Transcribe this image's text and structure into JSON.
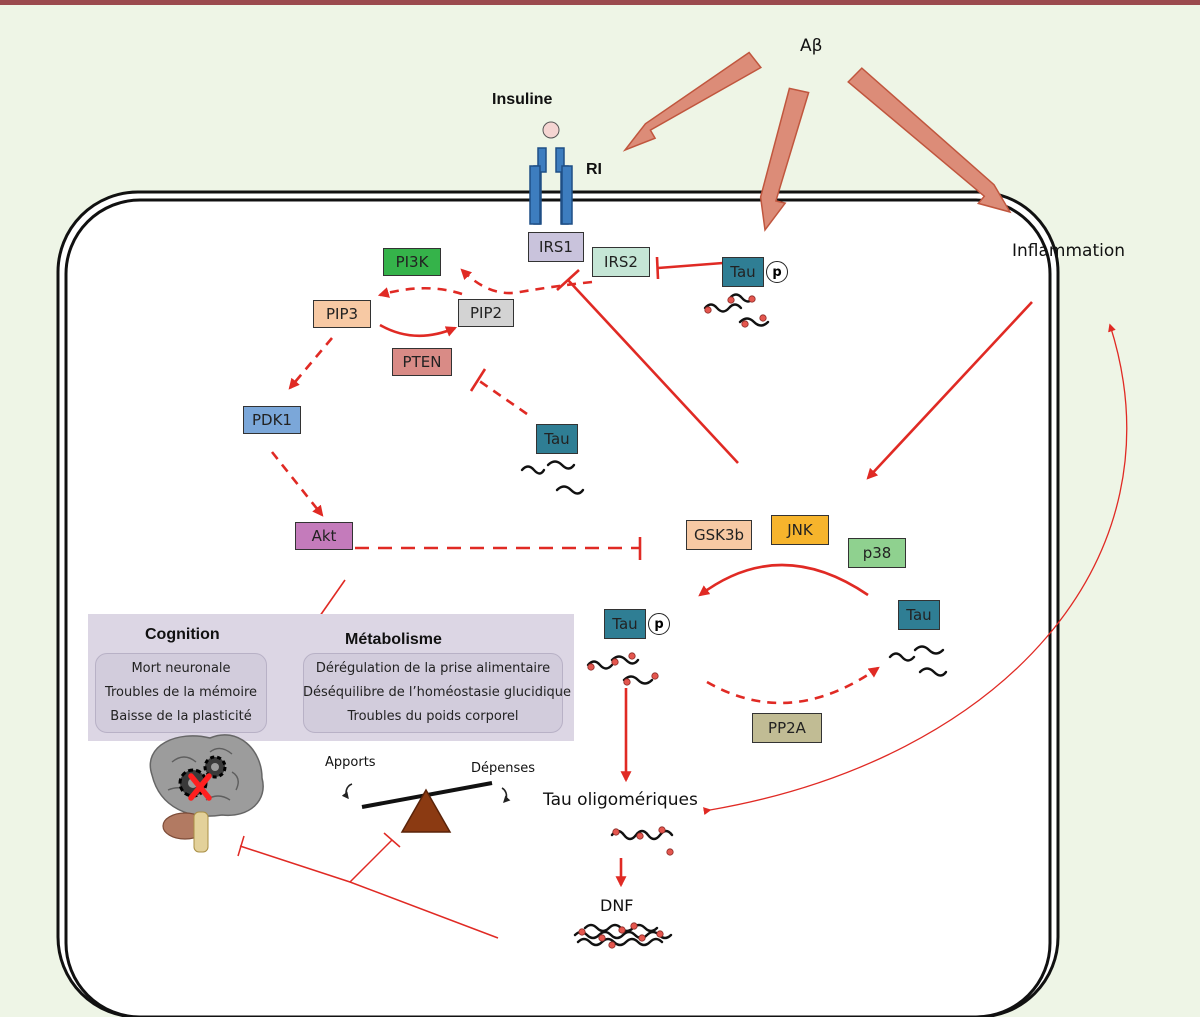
{
  "ligands": {
    "abeta": "Aβ",
    "insuline": "Insuline",
    "receptor": "RI",
    "inflammation": "Inflammation"
  },
  "nodes": {
    "irs1": "IRS1",
    "irs2": "IRS2",
    "pi3k": "PI3K",
    "pip3": "PIP3",
    "pip2": "PIP2",
    "pten": "PTEN",
    "pdk1": "PDK1",
    "akt": "Akt",
    "gsk3b": "GSK3b",
    "jnk": "JNK",
    "p38": "p38",
    "pp2a": "PP2A",
    "tau_top": "Tau",
    "tau_mid": "Tau",
    "tau_right": "Tau",
    "tau_left": "Tau"
  },
  "phospho_mark": "p",
  "outcomes": {
    "cognition": {
      "title": "Cognition",
      "items": [
        "Mort neuronale",
        "Troubles de la mémoire",
        "Baisse de la plasticité"
      ]
    },
    "metabolisme": {
      "title": "Métabolisme",
      "items": [
        "Dérégulation de la prise alimentaire",
        "Déséquilibre de l’homéostasie glucidique",
        "Troubles du poids corporel"
      ]
    }
  },
  "balance": {
    "left": "Apports",
    "right": "Dépenses"
  },
  "aggregates": {
    "oligomers": "Tau oligomériques",
    "dnf": "DNF"
  },
  "colors": {
    "background": "#eef5e6",
    "top_rule": "#9b4a4e",
    "arrow_red": "#e02a24",
    "abeta_arrow_fill": "#dc8c78",
    "abeta_arrow_stroke": "#c0563e",
    "irs1": "#c9c3dc",
    "irs2": "#c5e6d6",
    "pi3k": "#35b34a",
    "pip3": "#f7c9a4",
    "pip2": "#d3d3d3",
    "pten": "#d98b86",
    "pdk1": "#7ba7d9",
    "akt": "#c47bbb",
    "gsk3b": "#f7c9a4",
    "jnk": "#f6b42c",
    "p38": "#8fd18f",
    "pp2a": "#c1bc94",
    "tau": "#2f7e94",
    "receptor": "#3d7dbf",
    "outcome_panel": "#dcd6e4"
  }
}
